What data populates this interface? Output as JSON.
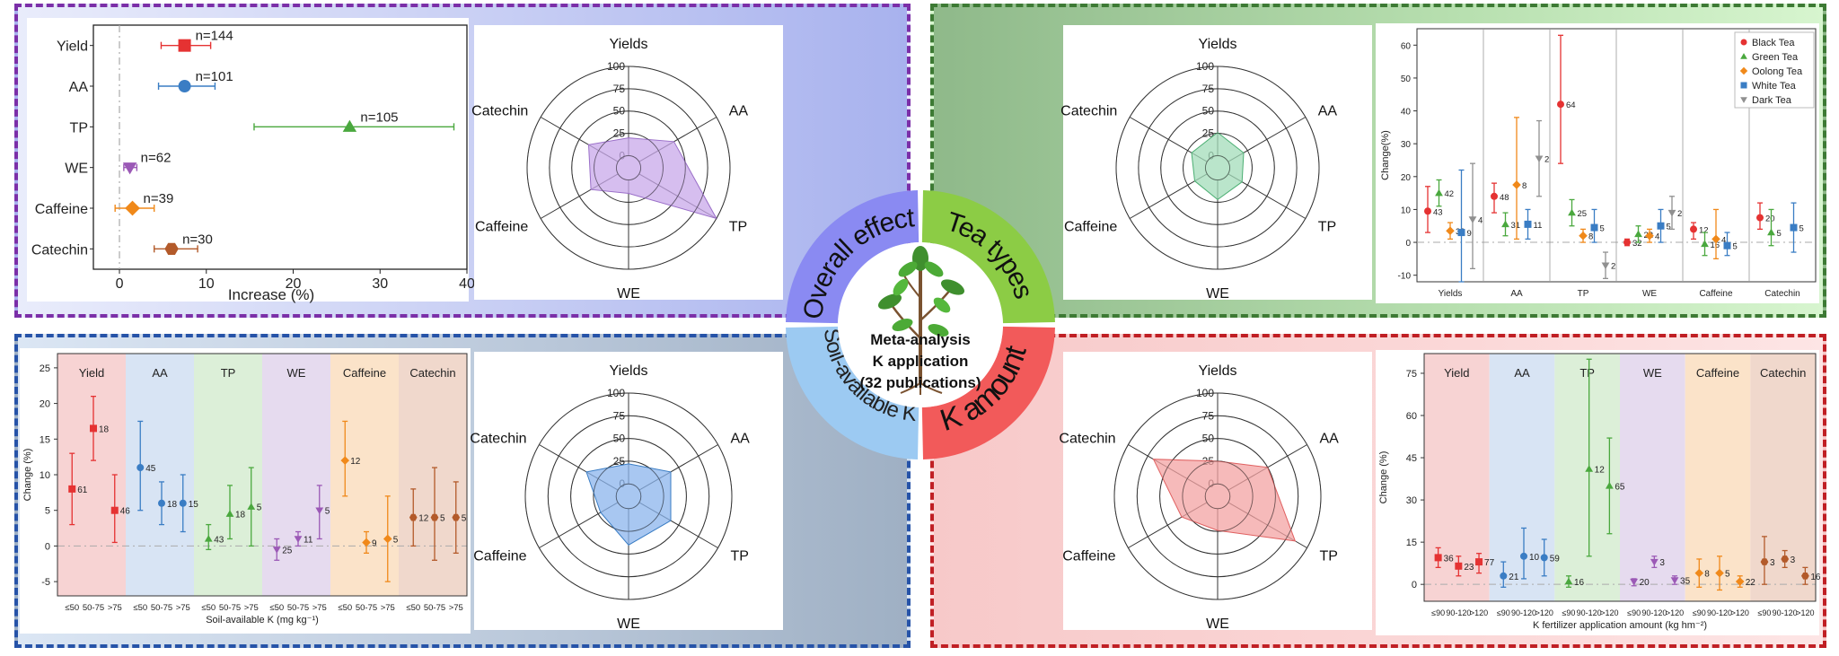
{
  "center": {
    "title": "Meta-analysis",
    "subtitle": "K application",
    "note": "(32 publications)",
    "segments": [
      "Overall effect",
      "Tea types",
      "Soil-available K",
      "K amount"
    ],
    "segment_colors": [
      "#8a8af2",
      "#8ccc45",
      "#9ccaf2",
      "#f25a5a"
    ]
  },
  "chart_data": [
    {
      "id": "overall-forest",
      "type": "scatter",
      "xlabel": "Increase (%)",
      "xlim": [
        -3,
        40
      ],
      "xticks": [
        0,
        10,
        20,
        30,
        40
      ],
      "rows": [
        {
          "label": "Yield",
          "mean": 7.5,
          "low": 4.8,
          "high": 10.5,
          "n": "n=144",
          "color": "#e53232",
          "marker": "square"
        },
        {
          "label": "AA",
          "mean": 7.5,
          "low": 4.5,
          "high": 11.0,
          "n": "n=101",
          "color": "#3a7dc4",
          "marker": "circle"
        },
        {
          "label": "TP",
          "mean": 26.5,
          "low": 15.5,
          "high": 38.5,
          "n": "n=105",
          "color": "#4aa83e",
          "marker": "triangle-up"
        },
        {
          "label": "WE",
          "mean": 1.2,
          "low": 0.5,
          "high": 2.0,
          "n": "n=62",
          "color": "#9b59b6",
          "marker": "triangle-down"
        },
        {
          "label": "Caffeine",
          "mean": 1.5,
          "low": -0.5,
          "high": 4.0,
          "n": "n=39",
          "color": "#f0891a",
          "marker": "diamond"
        },
        {
          "label": "Catechin",
          "mean": 6.0,
          "low": 4.0,
          "high": 9.0,
          "n": "n=30",
          "color": "#b35a2a",
          "marker": "hexagon"
        }
      ]
    },
    {
      "id": "radar-overall",
      "type": "radar",
      "axes": [
        "Yields",
        "AA",
        "TP",
        "WE",
        "Caffeine",
        "Catechin"
      ],
      "rticks": [
        "0",
        "25",
        "50",
        "75",
        "100"
      ],
      "values": [
        20,
        45,
        100,
        15,
        35,
        38
      ],
      "fill": "#c8a8ea",
      "stroke": "#9a6fc8"
    },
    {
      "id": "radar-tea-types",
      "type": "radar",
      "axes": [
        "Yields",
        "AA",
        "TP",
        "WE",
        "Caffeine",
        "Catechin"
      ],
      "rticks": [
        "0",
        "25",
        "50",
        "75",
        "100"
      ],
      "values": [
        26,
        20,
        18,
        22,
        16,
        20
      ],
      "fill": "#a3dcb9",
      "stroke": "#4caf73"
    },
    {
      "id": "tea-types-chart",
      "type": "scatter",
      "ylabel": "Change(%)",
      "ylim": [
        -12,
        65
      ],
      "yticks": [
        -10,
        0,
        10,
        20,
        30,
        40,
        50,
        60
      ],
      "categories": [
        "Yields",
        "AA",
        "TP",
        "WE",
        "Caffeine",
        "Catechin"
      ],
      "series": [
        {
          "name": "Black Tea",
          "color": "#e53232",
          "marker": "circle",
          "points": [
            {
              "mean": 9.5,
              "low": 3,
              "high": 17,
              "n": "43"
            },
            {
              "mean": 14,
              "low": 9,
              "high": 18,
              "n": "48"
            },
            {
              "mean": 42,
              "low": 24,
              "high": 63,
              "n": "64"
            },
            {
              "mean": 0,
              "low": -1,
              "high": 1,
              "n": "32"
            },
            {
              "mean": 4,
              "low": 1,
              "high": 6,
              "n": "12"
            },
            {
              "mean": 7.5,
              "low": 4,
              "high": 12,
              "n": "20"
            }
          ]
        },
        {
          "name": "Green Tea",
          "color": "#4aa83e",
          "marker": "triangle-up",
          "points": [
            {
              "mean": 15,
              "low": 11,
              "high": 19,
              "n": "42"
            },
            {
              "mean": 5.5,
              "low": 2,
              "high": 9,
              "n": "31"
            },
            {
              "mean": 9,
              "low": 5,
              "high": 13,
              "n": "25"
            },
            {
              "mean": 2.5,
              "low": 0,
              "high": 5,
              "n": "22"
            },
            {
              "mean": -0.5,
              "low": -4,
              "high": 3,
              "n": "16"
            },
            {
              "mean": 3,
              "low": -1,
              "high": 10,
              "n": "5"
            }
          ]
        },
        {
          "name": "Oolong Tea",
          "color": "#f0891a",
          "marker": "diamond",
          "points": [
            {
              "mean": 3.5,
              "low": 1,
              "high": 6,
              "n": "39"
            },
            {
              "mean": 17.5,
              "low": 1,
              "high": 38,
              "n": "8"
            },
            {
              "mean": 2,
              "low": 0,
              "high": 4,
              "n": "8"
            },
            {
              "mean": 2,
              "low": 0,
              "high": 4,
              "n": "4"
            },
            {
              "mean": 1,
              "low": -5,
              "high": 10,
              "n": "4"
            }
          ]
        },
        {
          "name": "White Tea",
          "color": "#3a7dc4",
          "marker": "square",
          "points": [
            {
              "mean": 3,
              "low": -12,
              "high": 22,
              "n": "9"
            },
            {
              "mean": 5.5,
              "low": 1,
              "high": 10,
              "n": "11"
            },
            {
              "mean": 4.5,
              "low": 0,
              "high": 10,
              "n": "5"
            },
            {
              "mean": 5,
              "low": 0,
              "high": 10,
              "n": "5"
            },
            {
              "mean": -1,
              "low": -4,
              "high": 3,
              "n": "5"
            },
            {
              "mean": 4.5,
              "low": -3,
              "high": 12,
              "n": "5"
            }
          ]
        },
        {
          "name": "Dark Tea",
          "color": "#909090",
          "marker": "triangle-down",
          "points": [
            {
              "mean": 7,
              "low": -8,
              "high": 24,
              "n": "4"
            },
            {
              "mean": 25.5,
              "low": 14,
              "high": 37,
              "n": "2"
            },
            {
              "mean": -7,
              "low": -11,
              "high": -3,
              "n": "2"
            },
            {
              "mean": 9,
              "low": 4,
              "high": 14,
              "n": "2"
            }
          ]
        }
      ]
    },
    {
      "id": "soil-k-chart",
      "type": "scatter",
      "xlabel": "Soil-available K (mg kg⁻¹)",
      "ylabel": "Change (%)",
      "ylim": [
        -7,
        27
      ],
      "yticks": [
        -5,
        0,
        5,
        10,
        15,
        20,
        25
      ],
      "groups": [
        {
          "label": "Yield",
          "bg": "#f7d3d3",
          "color": "#e53232",
          "marker": "square",
          "points": [
            {
              "cat": "≤50",
              "mean": 8,
              "low": 3,
              "high": 13,
              "n": "61"
            },
            {
              "cat": "50-75",
              "mean": 16.5,
              "low": 12,
              "high": 21,
              "n": "18"
            },
            {
              "cat": ">75",
              "mean": 5,
              "low": 0.5,
              "high": 10,
              "n": "46"
            }
          ]
        },
        {
          "label": "AA",
          "bg": "#d8e4f4",
          "color": "#3a7dc4",
          "marker": "circle",
          "points": [
            {
              "cat": "≤50",
              "mean": 11,
              "low": 5,
              "high": 17.5,
              "n": "45"
            },
            {
              "cat": "50-75",
              "mean": 6,
              "low": 3,
              "high": 9,
              "n": "18"
            },
            {
              "cat": ">75",
              "mean": 6,
              "low": 2,
              "high": 10,
              "n": "15"
            }
          ]
        },
        {
          "label": "TP",
          "bg": "#dcefd8",
          "color": "#4aa83e",
          "marker": "triangle-up",
          "points": [
            {
              "cat": "≤50",
              "mean": 1,
              "low": -0.5,
              "high": 3,
              "n": "43"
            },
            {
              "cat": "50-75",
              "mean": 4.5,
              "low": 1,
              "high": 8.5,
              "n": "18"
            },
            {
              "cat": ">75",
              "mean": 5.5,
              "low": 0,
              "high": 11,
              "n": "5"
            }
          ]
        },
        {
          "label": "WE",
          "bg": "#e6dbef",
          "color": "#9b59b6",
          "marker": "triangle-down",
          "points": [
            {
              "cat": "≤50",
              "mean": -0.5,
              "low": -2,
              "high": 1,
              "n": "25"
            },
            {
              "cat": "50-75",
              "mean": 1,
              "low": 0,
              "high": 2,
              "n": "11"
            },
            {
              "cat": ">75",
              "mean": 5,
              "low": 1,
              "high": 8.5,
              "n": "5"
            }
          ]
        },
        {
          "label": "Caffeine",
          "bg": "#fbe3c9",
          "color": "#f0891a",
          "marker": "diamond",
          "points": [
            {
              "cat": "≤50",
              "mean": 12,
              "low": 7,
              "high": 17.5,
              "n": "12"
            },
            {
              "cat": "50-75",
              "mean": 0.5,
              "low": -1,
              "high": 2,
              "n": "9"
            },
            {
              "cat": ">75",
              "mean": 1,
              "low": -5,
              "high": 7,
              "n": "5"
            }
          ]
        },
        {
          "label": "Catechin",
          "bg": "#f0d8cc",
          "color": "#b35a2a",
          "marker": "hexagon",
          "points": [
            {
              "cat": "≤50",
              "mean": 4,
              "low": 0,
              "high": 8,
              "n": "12"
            },
            {
              "cat": "50-75",
              "mean": 4,
              "low": -2,
              "high": 11,
              "n": "5"
            },
            {
              "cat": ">75",
              "mean": 4,
              "low": -1,
              "high": 9,
              "n": "5"
            }
          ]
        }
      ]
    },
    {
      "id": "radar-soil-k",
      "type": "radar",
      "axes": [
        "Yields",
        "AA",
        "TP",
        "WE",
        "Caffeine",
        "Catechin"
      ],
      "rticks": [
        "0",
        "25",
        "50",
        "75",
        "100"
      ],
      "values": [
        22,
        40,
        40,
        40,
        22,
        40
      ],
      "fill": "#8bb4ec",
      "stroke": "#3a7dc4"
    },
    {
      "id": "radar-k-amount",
      "type": "radar",
      "axes": [
        "Yields",
        "AA",
        "TP",
        "WE",
        "Caffeine",
        "Catechin"
      ],
      "rticks": [
        "0",
        "25",
        "50",
        "75",
        "100"
      ],
      "values": [
        25,
        50,
        85,
        24,
        32,
        68
      ],
      "fill": "#f3a3a3",
      "stroke": "#e06060"
    },
    {
      "id": "k-amount-chart",
      "type": "scatter",
      "xlabel": "K fertilizer application amount (kg hm⁻²)",
      "ylabel": "Change (%)",
      "ylim": [
        -6,
        82
      ],
      "yticks": [
        0,
        15,
        30,
        45,
        60,
        75
      ],
      "groups": [
        {
          "label": "Yield",
          "bg": "#f7d3d3",
          "color": "#e53232",
          "marker": "square",
          "points": [
            {
              "cat": "≤90",
              "mean": 9.5,
              "low": 6,
              "high": 13,
              "n": "36"
            },
            {
              "cat": "90-120",
              "mean": 6.5,
              "low": 3,
              "high": 10,
              "n": "23"
            },
            {
              "cat": ">120",
              "mean": 8,
              "low": 4,
              "high": 11,
              "n": "77"
            }
          ]
        },
        {
          "label": "AA",
          "bg": "#d8e4f4",
          "color": "#3a7dc4",
          "marker": "circle",
          "points": [
            {
              "cat": "≤90",
              "mean": 3,
              "low": -1,
              "high": 8,
              "n": "21"
            },
            {
              "cat": "90-120",
              "mean": 10,
              "low": 2,
              "high": 20,
              "n": "10"
            },
            {
              "cat": ">120",
              "mean": 9.5,
              "low": 3,
              "high": 16,
              "n": "59"
            }
          ]
        },
        {
          "label": "TP",
          "bg": "#dcefd8",
          "color": "#4aa83e",
          "marker": "triangle-up",
          "points": [
            {
              "cat": "≤90",
              "mean": 1,
              "low": -1,
              "high": 3,
              "n": "16"
            },
            {
              "cat": "90-120",
              "mean": 41,
              "low": 10,
              "high": 80,
              "n": "12"
            },
            {
              "cat": ">120",
              "mean": 35,
              "low": 18,
              "high": 52,
              "n": "65"
            }
          ]
        },
        {
          "label": "WE",
          "bg": "#e6dbef",
          "color": "#9b59b6",
          "marker": "triangle-down",
          "points": [
            {
              "cat": "≤90",
              "mean": 1,
              "low": -0.5,
              "high": 2,
              "n": "20"
            },
            {
              "cat": "90-120",
              "mean": 8,
              "low": 6,
              "high": 10,
              "n": "3"
            },
            {
              "cat": ">120",
              "mean": 1.5,
              "low": 0,
              "high": 3,
              "n": "35"
            }
          ]
        },
        {
          "label": "Caffeine",
          "bg": "#fbe3c9",
          "color": "#f0891a",
          "marker": "diamond",
          "points": [
            {
              "cat": "≤90",
              "mean": 4,
              "low": -1,
              "high": 9,
              "n": "8"
            },
            {
              "cat": "90-120",
              "mean": 4,
              "low": -2,
              "high": 10,
              "n": "5"
            },
            {
              "cat": ">120",
              "mean": 1,
              "low": -1,
              "high": 3,
              "n": "22"
            }
          ]
        },
        {
          "label": "Catechin",
          "bg": "#f0d8cc",
          "color": "#b35a2a",
          "marker": "hexagon",
          "points": [
            {
              "cat": "≤90",
              "mean": 8,
              "low": 0,
              "high": 17,
              "n": "3"
            },
            {
              "cat": "90-120",
              "mean": 9,
              "low": 6,
              "high": 12,
              "n": "3"
            },
            {
              "cat": ">120",
              "mean": 3,
              "low": 0,
              "high": 6,
              "n": "16"
            }
          ]
        }
      ]
    }
  ]
}
